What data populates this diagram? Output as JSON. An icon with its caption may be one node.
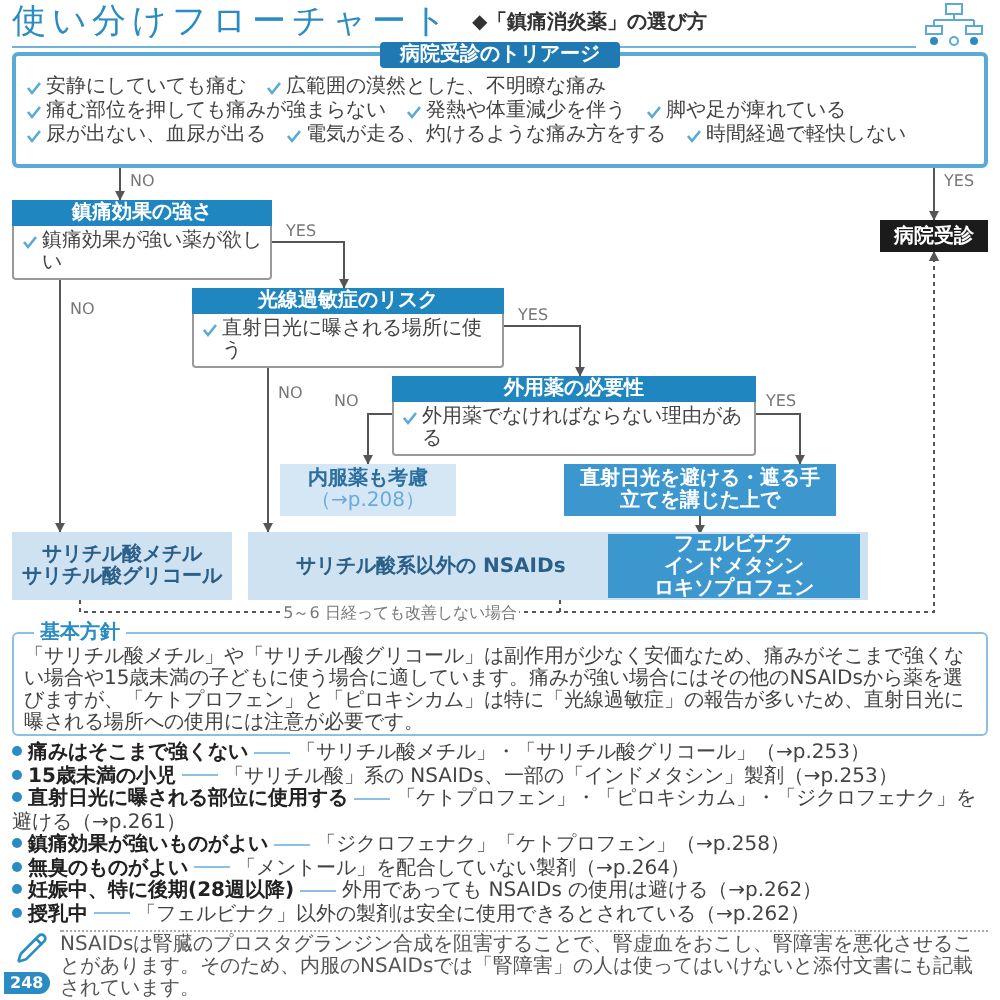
{
  "diagram": {
    "title": "使い分けフローチャート",
    "nodes": [
      {
        "text": [
          "病院受診のトリアージ",
          "安静にしていても痛む",
          "広範囲の漠然とした、不明瞭な痛み",
          "痛む部位を押しても痛みが強まらない",
          "発熱や体重減少を伴う",
          "脚や足が痺れている",
          "尿が出ない、血尿が出る",
          "電気が走る、灼けるような痛み方をする",
          "時間経過で軽快しない"
        ]
      },
      {
        "text": [
          "病院受診"
        ]
      },
      {
        "text": [
          "鎮痛効果の強さ",
          "鎮痛効果が強い薬が欲しい"
        ]
      },
      {
        "text": [
          "光線過敏症のリスク",
          "直射日光に曝される場所に使う"
        ]
      },
      {
        "text": [
          "外用薬の必要性",
          "外用薬でなければならない理由がある"
        ]
      },
      {
        "text": [
          "内服薬も考慮",
          "（→p.208）"
        ]
      },
      {
        "text": [
          "直射日光を避ける・遮る手立てを講じた上で"
        ]
      },
      {
        "text": [
          "サリチル酸メチル",
          "サリチル酸グリコール"
        ]
      },
      {
        "text": [
          "サリチル酸系以外の NSAIDs"
        ]
      },
      {
        "text": [
          "フェルビナク",
          "インドメタシン",
          "ロキソプロフェン"
        ],
        "in": 8
      }
    ],
    "edges": [
      {
        "from": 0,
        "to": 2,
        "arrow": "to",
        "label": "NO"
      },
      {
        "from": 0,
        "to": 1,
        "arrow": "to",
        "label": "YES"
      },
      {
        "from": 2,
        "to": 7,
        "arrow": "to",
        "label": "NO"
      },
      {
        "from": 2,
        "to": 3,
        "arrow": "to",
        "label": "YES"
      },
      {
        "from": 3,
        "to": 8,
        "arrow": "to",
        "label": "NO"
      },
      {
        "from": 3,
        "to": 4,
        "arrow": "to",
        "label": "YES"
      },
      {
        "from": 4,
        "to": 5,
        "arrow": "to",
        "label": "NO"
      },
      {
        "from": 4,
        "to": 6,
        "arrow": "to",
        "label": "YES"
      },
      {
        "from": 6,
        "to": 9,
        "arrow": "to"
      },
      {
        "from": 7,
        "to": 1,
        "arrow": "to",
        "style": "dashed",
        "label": "5～6 日経っても改善しない場合"
      },
      {
        "from": 8,
        "to": 1,
        "arrow": "to",
        "style": "dashed"
      }
    ],
    "labels": [
      "◆「鎮痛消炎薬」の選び方",
      "基本方針",
      "「サリチル酸メチル」や「サリチル酸グリコール」は副作用が少なく安価なため、痛みがそこまで強くない場合や15歳未満の子どもに使う場合に適しています。痛みが強い場合にはその他のNSAIDsから薬を選びますが、「ケトプロフェン」と「ピロキシカム」は特に「光線過敏症」の報告が多いため、直射日光に曝される場所への使用には注意が必要です。",
      "痛みはそこまで強くない",
      "「サリチル酸メチル」・「サリチル酸グリコール」（→p.253）",
      "15歳未満の小児",
      "「サリチル酸」系の NSAIDs、一部の「インドメタシン」製剤（→p.253）",
      "直射日光に曝される部位に使用する",
      "「ケトプロフェン」・「ピロキシカム」・「ジクロフェナク」を避ける（→p.261）",
      "鎮痛効果が強いものがよい",
      "「ジクロフェナク」「ケトプロフェン」（→p.258）",
      "無臭のものがよい",
      "「メントール」を配合していない製剤（→p.264）",
      "妊娠中、特に後期(28週以降)",
      "外用であっても NSAIDs の使用は避ける（→p.262）",
      "授乳中",
      "「フェルビナク」以外の製剤は安全に使用できるとされている（→p.262）",
      "NSAIDsは腎臓のプロスタグランジン合成を阻害することで、腎虚血をおこし、腎障害を悪化させることがあります。そのため、内服のNSAIDsでは「腎障害」の人は使ってはいけないと添付文書にも記載されています。",
      "248"
    ]
  }
}
